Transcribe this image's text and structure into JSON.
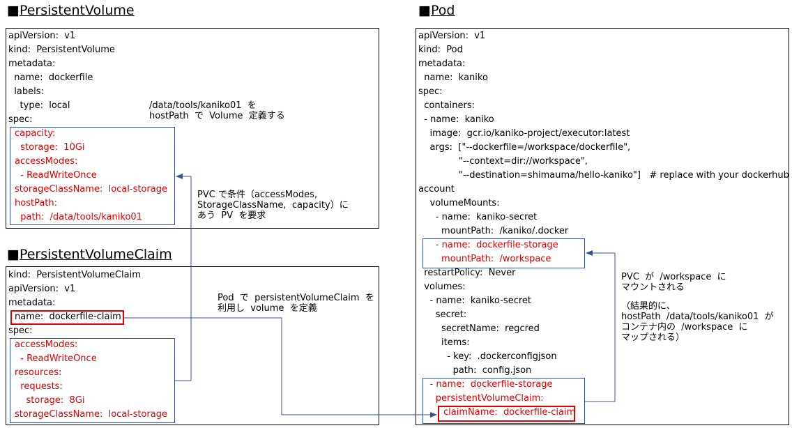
{
  "titles": {
    "pv": "PersistentVolume",
    "pvc": "PersistentVolumeClaim",
    "pod": "Pod",
    "marker": "■"
  },
  "pv_yaml": [
    {
      "text": "apiVersion:  v1",
      "red": false
    },
    {
      "text": "kind:  PersistentVolume",
      "red": false
    },
    {
      "text": "metadata:",
      "red": false
    },
    {
      "text": "  name:  dockerfile",
      "red": false
    },
    {
      "text": "  labels:",
      "red": false
    },
    {
      "text": "    type:  local",
      "red": false
    },
    {
      "text": "spec:",
      "red": false
    },
    {
      "text": "capacity:",
      "red": true
    },
    {
      "text": "  storage:  10Gi",
      "red": true
    },
    {
      "text": "accessModes:",
      "red": true
    },
    {
      "text": "  - ReadWriteOnce",
      "red": true
    },
    {
      "text": "storageClassName:  local-storage",
      "red": true
    },
    {
      "text": "hostPath:",
      "red": true
    },
    {
      "text": "  path:  /data/tools/kaniko01",
      "red": true
    }
  ],
  "pvc_yaml": [
    {
      "text": "kind:  PersistentVolumeClaim",
      "red": false
    },
    {
      "text": "apiVersion:  v1",
      "red": false
    },
    {
      "text": "metadata:",
      "red": false
    },
    {
      "text": "name:  dockerfile-claim",
      "red": false
    },
    {
      "text": "spec:",
      "red": false
    },
    {
      "text": "accessModes:",
      "red": true
    },
    {
      "text": "  - ReadWriteOnce",
      "red": true
    },
    {
      "text": "resources:",
      "red": true
    },
    {
      "text": "  requests:",
      "red": true
    },
    {
      "text": "    storage:  8Gi",
      "red": true
    },
    {
      "text": "storageClassName:  local-storage",
      "red": true
    }
  ],
  "pod_yaml": [
    {
      "text": "apiVersion:  v1",
      "red": false
    },
    {
      "text": "kind:  Pod",
      "red": false
    },
    {
      "text": "metadata:",
      "red": false
    },
    {
      "text": "  name:  kaniko",
      "red": false
    },
    {
      "text": "spec:",
      "red": false
    },
    {
      "text": "  containers:",
      "red": false
    },
    {
      "text": "  - name:  kaniko",
      "red": false
    },
    {
      "text": "    image:  gcr.io/kaniko-project/executor:latest",
      "red": false
    },
    {
      "text": "    args:  [\"--dockerfile=/workspace/dockerfile\",",
      "red": false
    },
    {
      "text": "              \"--context=dir://workspace\",",
      "red": false
    },
    {
      "text": "              \"--destination=shimauma/hello-kaniko\"]   # replace with your dockerhub",
      "red": false
    },
    {
      "text": "account",
      "red": false
    },
    {
      "text": "    volumeMounts:",
      "red": false
    },
    {
      "text": "      - name:  kaniko-secret",
      "red": false
    },
    {
      "text": "        mountPath:  /kaniko/.docker",
      "red": false
    },
    {
      "text": "      - name:  dockerfile-storage",
      "red": true
    },
    {
      "text": "        mountPath:  /workspace",
      "red": true
    },
    {
      "text": "  restartPolicy:  Never",
      "red": false
    },
    {
      "text": "  volumes:",
      "red": false
    },
    {
      "text": "    - name:  kaniko-secret",
      "red": false
    },
    {
      "text": "      secret:",
      "red": false
    },
    {
      "text": "        secretName:  regcred",
      "red": false
    },
    {
      "text": "        items:",
      "red": false
    },
    {
      "text": "          - key:  .dockerconfigjson",
      "red": false
    },
    {
      "text": "            path:  config.json",
      "red": false
    },
    {
      "text": "    - name:  dockerfile-storage",
      "red": true
    },
    {
      "text": "      persistentVolumeClaim:",
      "red": true
    },
    {
      "text": "claimName:  dockerfile-claim",
      "red": true
    }
  ],
  "notes": {
    "hostpath": "/data/tools/kaniko01  を\nhostPath  で  Volume  定義する",
    "pvc_request": "PVC で条件（accessModes,\nStorageClassName,  capacity）に\nあう  PV  を要求",
    "pvc_usage": "Pod  で  persistentVolumeClaim  を\n利用し  volume  を定義",
    "mount": "PVC  が  /workspace  に\nマウントされる",
    "result": "（結果的に、\nhostPath  /data/tools/kaniko01  が\nコンテナ内の  /workspace  に\nマップされる）"
  },
  "colors": {
    "accent_red": "#e00000",
    "connector_blue": "#3a4f9a",
    "text": "#000000",
    "background": "#ffffff"
  }
}
